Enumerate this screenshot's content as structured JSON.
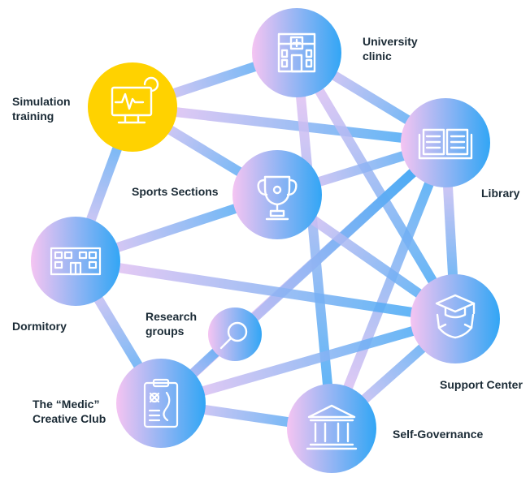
{
  "nodes": [
    {
      "id": "clinic",
      "label_lines": [
        "University",
        "clinic"
      ],
      "icon": "hospital-building-icon"
    },
    {
      "id": "sim",
      "label_lines": [
        "Simulation",
        "training"
      ],
      "icon": "monitor-heartbeat-icon"
    },
    {
      "id": "library",
      "label_lines": [
        "Library"
      ],
      "icon": "open-book-icon"
    },
    {
      "id": "sports",
      "label_lines": [
        "Sports Sections"
      ],
      "icon": "trophy-icon"
    },
    {
      "id": "dorm",
      "label_lines": [
        "Dormitory"
      ],
      "icon": "dormitory-building-icon"
    },
    {
      "id": "research",
      "label_lines": [
        "Research",
        "groups"
      ],
      "icon": "magnifier-icon"
    },
    {
      "id": "support",
      "label_lines": [
        "Support Center"
      ],
      "icon": "graduation-cap-hands-icon"
    },
    {
      "id": "medic",
      "label_lines": [
        "The “Medic”",
        "Creative Club"
      ],
      "icon": "clipboard-medical-icon"
    },
    {
      "id": "selfgov",
      "label_lines": [
        "Self-Governance"
      ],
      "icon": "government-building-icon"
    }
  ],
  "edges": [
    [
      "sim",
      "clinic"
    ],
    [
      "sim",
      "library"
    ],
    [
      "sim",
      "sports"
    ],
    [
      "sim",
      "dorm"
    ],
    [
      "clinic",
      "library"
    ],
    [
      "clinic",
      "support"
    ],
    [
      "clinic",
      "selfgov"
    ],
    [
      "library",
      "sports"
    ],
    [
      "library",
      "support"
    ],
    [
      "library",
      "research"
    ],
    [
      "library",
      "selfgov"
    ],
    [
      "library",
      "medic"
    ],
    [
      "sports",
      "dorm"
    ],
    [
      "sports",
      "support"
    ],
    [
      "dorm",
      "support"
    ],
    [
      "dorm",
      "medic"
    ],
    [
      "research",
      "medic"
    ],
    [
      "support",
      "medic"
    ],
    [
      "support",
      "selfgov"
    ],
    [
      "medic",
      "selfgov"
    ]
  ],
  "colors": {
    "accent_yellow": "#FFD200",
    "gradient_pink": "#F5C4F2",
    "gradient_blue": "#32A6F5",
    "icon_stroke": "#FFFFFF",
    "label_text": "#1B2B36"
  }
}
